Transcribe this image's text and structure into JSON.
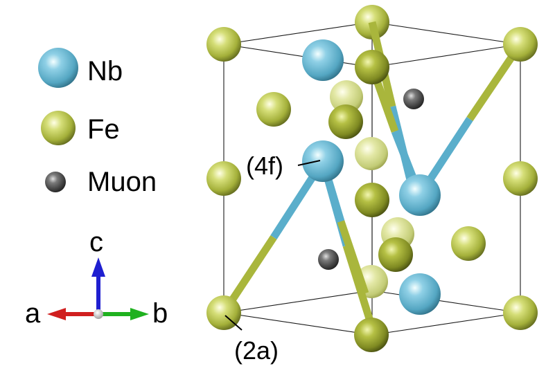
{
  "legend": {
    "items": [
      {
        "label": "Nb",
        "color": "#5aaecb",
        "icon": "nb-atom-icon"
      },
      {
        "label": "Fe",
        "color": "#a9b63c",
        "icon": "fe-atom-icon"
      },
      {
        "label": "Muon",
        "color": "#3c3c3c",
        "icon": "muon-icon"
      }
    ]
  },
  "axes": {
    "c": {
      "label": "c",
      "color": "#1f1fd0"
    },
    "a": {
      "label": "a",
      "color": "#d01f1f"
    },
    "b": {
      "label": "b",
      "color": "#1fb11f"
    }
  },
  "annotations": {
    "site_4f": "(4f)",
    "site_2a": "(2a)"
  },
  "colors": {
    "nb": "#5aaecb",
    "fe": "#a9b63c",
    "muon": "#3c3c3c",
    "cell_edge": "#1a1a1a"
  }
}
